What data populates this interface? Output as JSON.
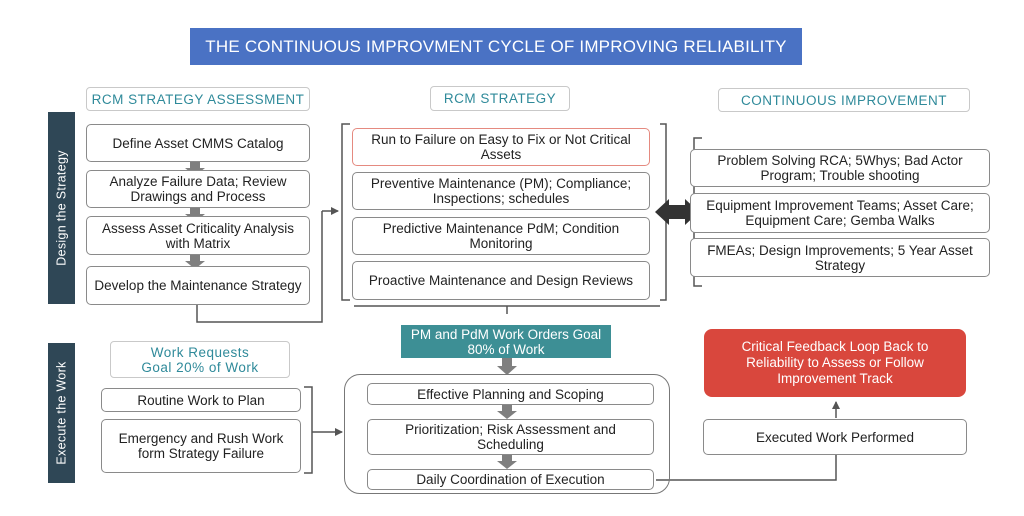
{
  "title": "THE CONTINUOUS IMPROVMENT CYCLE OF IMPROVING RELIABILITY",
  "side_labels": {
    "design": "Design the Strategy",
    "execute": "Execute the Work"
  },
  "columns": {
    "assessment": {
      "header": "RCM  STRATEGY ASSESSMENT",
      "steps": [
        "Define Asset CMMS Catalog",
        "Analyze Failure Data; Review Drawings and Process",
        "Assess Asset  Criticality Analysis with Matrix",
        "Develop the Maintenance Strategy"
      ]
    },
    "strategy": {
      "header": "RCM STRATEGY",
      "items": [
        "Run to Failure on Easy to Fix or Not Critical Assets",
        "Preventive Maintenance (PM); Compliance; Inspections; schedules",
        "Predictive Maintenance PdM; Condition Monitoring",
        "Proactive Maintenance and Design Reviews"
      ]
    },
    "improvement": {
      "header": "CONTINUOUS IMPROVEMENT",
      "items": [
        "Problem Solving RCA; 5Whys; Bad Actor Program; Trouble shooting",
        "Equipment Improvement Teams; Asset Care; Equipment Care; Gemba Walks",
        "FMEAs; Design Improvements; 5 Year Asset Strategy"
      ]
    }
  },
  "execute": {
    "work_requests": "Work Requests Goal 20% of Work",
    "routine": "Routine Work to Plan",
    "emergency": "Emergency and Rush Work form Strategy Failure",
    "pm_orders": "PM and PdM Work Orders Goal 80% of Work",
    "steps": [
      "Effective Planning and Scoping",
      "Prioritization; Risk Assessment and Scheduling",
      "Daily Coordination of Execution"
    ],
    "executed": "Executed Work Performed",
    "feedback": "Critical Feedback Loop Back to Reliability to Assess or Follow Improvement Track"
  },
  "colors": {
    "title_bg": "#4a72c4",
    "side_bg": "#2f4756",
    "header_text": "#2f8a9a",
    "teal_box": "#3d8f95",
    "feedback_box": "#d9473d",
    "run_to_failure_border": "#e58a80",
    "arrow": "#7f7f7f"
  }
}
